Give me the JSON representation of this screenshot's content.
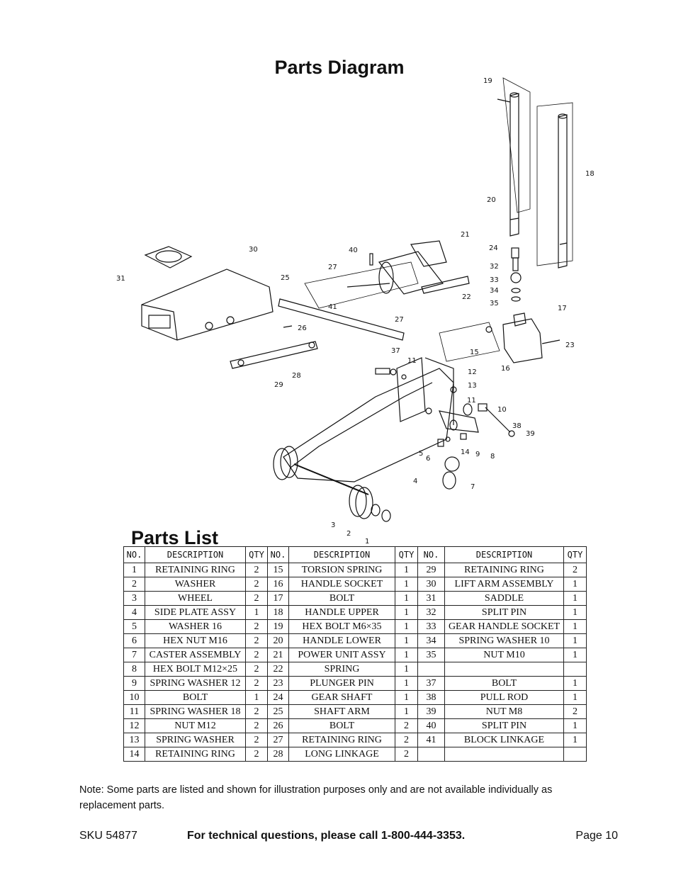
{
  "diagram_title": "Parts Diagram",
  "list_title": "Parts List",
  "table": {
    "headers": [
      "NO.",
      "DESCRIPTION",
      "QTY",
      "NO.",
      "DESCRIPTION",
      "QTY",
      "NO.",
      "DESCRIPTION",
      "QTY"
    ],
    "rows": [
      [
        "1",
        "RETAINING RING",
        "2",
        "15",
        "TORSION SPRING",
        "1",
        "29",
        "RETAINING RING",
        "2"
      ],
      [
        "2",
        "WASHER",
        "2",
        "16",
        "HANDLE SOCKET",
        "1",
        "30",
        "LIFT ARM ASSEMBLY",
        "1"
      ],
      [
        "3",
        "WHEEL",
        "2",
        "17",
        "BOLT",
        "1",
        "31",
        "SADDLE",
        "1"
      ],
      [
        "4",
        "SIDE PLATE ASSY",
        "1",
        "18",
        "HANDLE UPPER",
        "1",
        "32",
        "SPLIT PIN",
        "1"
      ],
      [
        "5",
        "WASHER 16",
        "2",
        "19",
        "HEX BOLT M6×35",
        "1",
        "33",
        "GEAR HANDLE SOCKET",
        "1"
      ],
      [
        "6",
        "HEX NUT M16",
        "2",
        "20",
        "HANDLE LOWER",
        "1",
        "34",
        "SPRING WASHER 10",
        "1"
      ],
      [
        "7",
        "CASTER ASSEMBLY",
        "2",
        "21",
        "POWER UNIT ASSY",
        "1",
        "35",
        "NUT M10",
        "1"
      ],
      [
        "8",
        "HEX BOLT M12×25",
        "2",
        "22",
        "SPRING",
        "1",
        "",
        "",
        ""
      ],
      [
        "9",
        "SPRING WASHER 12",
        "2",
        "23",
        "PLUNGER PIN",
        "1",
        "37",
        "BOLT",
        "1"
      ],
      [
        "10",
        "BOLT",
        "1",
        "24",
        "GEAR SHAFT",
        "1",
        "38",
        "PULL ROD",
        "1"
      ],
      [
        "11",
        "SPRING WASHER 18",
        "2",
        "25",
        "SHAFT ARM",
        "1",
        "39",
        "NUT M8",
        "2"
      ],
      [
        "12",
        "NUT M12",
        "2",
        "26",
        "BOLT",
        "2",
        "40",
        "SPLIT PIN",
        "1"
      ],
      [
        "13",
        "SPRING WASHER",
        "2",
        "27",
        "RETAINING RING",
        "2",
        "41",
        "BLOCK LINKAGE",
        "1"
      ],
      [
        "14",
        "RETAINING RING",
        "2",
        "28",
        "LONG LINKAGE",
        "2",
        "",
        "",
        ""
      ]
    ]
  },
  "callouts": [
    "19",
    "18",
    "20",
    "21",
    "24",
    "32",
    "33",
    "34",
    "35",
    "17",
    "23",
    "16",
    "15",
    "40",
    "27",
    "22",
    "41",
    "27",
    "30",
    "31",
    "25",
    "26",
    "37",
    "11",
    "12",
    "13",
    "11",
    "10",
    "38",
    "39",
    "28",
    "29",
    "5",
    "6",
    "14",
    "9",
    "8",
    "7",
    "4",
    "3",
    "2",
    "1"
  ],
  "note": "Note:  Some parts are listed and shown for illustration purposes only and are not available individually as replacement parts.",
  "footer": {
    "sku": "SKU  54877",
    "tech": "For technical questions, please call 1-800-444-3353.",
    "page": "Page 10"
  }
}
